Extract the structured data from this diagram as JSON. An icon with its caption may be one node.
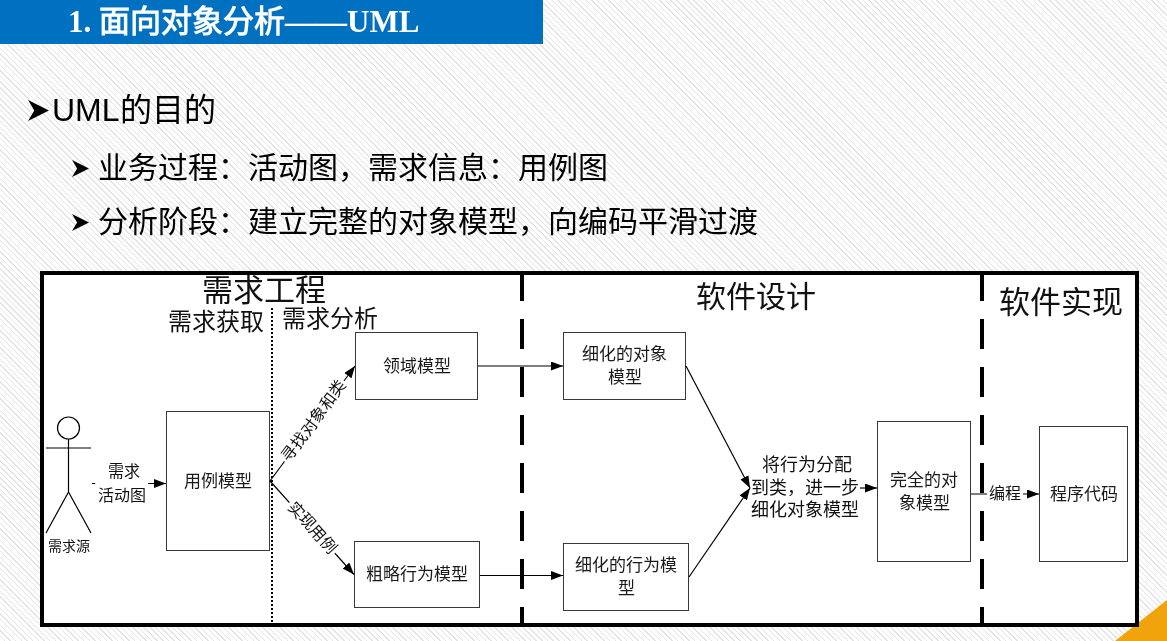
{
  "diagram": {
    "title": "1. 面向对象分析——UML",
    "nodes": [
      {
        "text": [
          "需求工程"
        ]
      },
      {
        "text": [
          "需求获取"
        ],
        "in": 0
      },
      {
        "text": [
          "需求源"
        ],
        "in": 1
      },
      {
        "text": [
          "用例模型"
        ],
        "in": 1
      },
      {
        "text": [
          "需求分析"
        ],
        "in": 0
      },
      {
        "text": [
          "领域模型"
        ],
        "in": 4
      },
      {
        "text": [
          "粗略行为模型"
        ],
        "in": 4
      },
      {
        "text": [
          "软件设计"
        ]
      },
      {
        "text": [
          "细化的对象模型"
        ],
        "in": 7
      },
      {
        "text": [
          "细化的行为模型"
        ],
        "in": 7
      },
      {
        "text": [
          "将行为分配到类，进一步细化对象模型"
        ],
        "in": 7
      },
      {
        "text": [
          "完全的对象模型"
        ],
        "in": 7
      },
      {
        "text": [
          "软件实现"
        ]
      },
      {
        "text": [
          "程序代码"
        ],
        "in": 12
      }
    ],
    "edges": [
      {
        "from": 2,
        "to": 3,
        "arrow": "to",
        "label": "需求活动图"
      },
      {
        "from": 3,
        "to": 5,
        "arrow": "to",
        "label": "寻找对象和类"
      },
      {
        "from": 3,
        "to": 6,
        "arrow": "to",
        "label": "实现用例"
      },
      {
        "from": 5,
        "to": 8,
        "arrow": "to"
      },
      {
        "from": 6,
        "to": 9,
        "arrow": "to"
      },
      {
        "from": 8,
        "to": 10,
        "arrow": "to"
      },
      {
        "from": 9,
        "to": 10,
        "arrow": "to"
      },
      {
        "from": 10,
        "to": 11,
        "arrow": "to"
      },
      {
        "from": 11,
        "to": 13,
        "arrow": "to",
        "label": "编程"
      }
    ],
    "labels": [
      "UML的目的",
      "业务过程：活动图，需求信息：用例图",
      "分析阶段：建立完整的对象模型，向编码平滑过渡"
    ]
  }
}
